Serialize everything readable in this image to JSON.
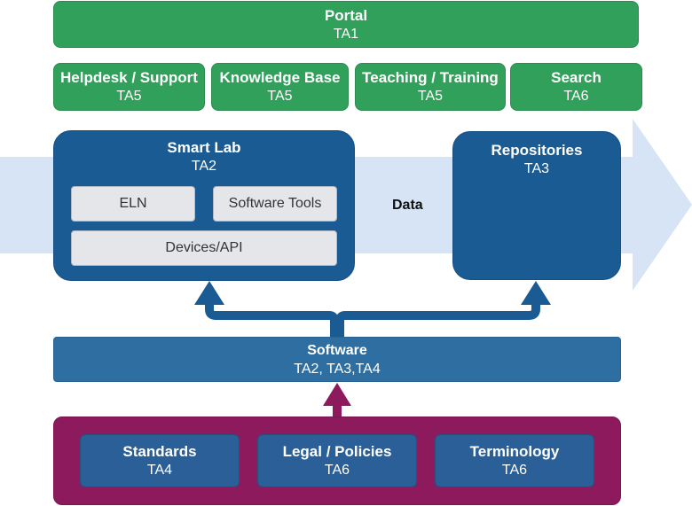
{
  "portal": {
    "title": "Portal",
    "sub": "TA1"
  },
  "services": [
    {
      "title": "Helpdesk / Support",
      "sub": "TA5"
    },
    {
      "title": "Knowledge Base",
      "sub": "TA5"
    },
    {
      "title": "Teaching / Training",
      "sub": "TA5"
    },
    {
      "title": "Search",
      "sub": "TA6"
    }
  ],
  "smart_lab": {
    "title": "Smart Lab",
    "sub": "TA2",
    "items": [
      "ELN",
      "Software Tools",
      "Devices/API"
    ]
  },
  "data_label": "Data",
  "repositories": {
    "title": "Repositories",
    "sub": "TA3"
  },
  "software": {
    "title": "Software",
    "sub": "TA2, TA3,TA4"
  },
  "foundation": [
    {
      "title": "Standards",
      "sub": "TA4"
    },
    {
      "title": "Legal / Policies",
      "sub": "TA6"
    },
    {
      "title": "Terminology",
      "sub": "TA6"
    }
  ],
  "colors": {
    "green": "#31a05b",
    "dark_blue": "#1a5b94",
    "mid_blue": "#2e6ea1",
    "purple": "#8c1a5c",
    "data_arrow": "#d6e4f5"
  }
}
